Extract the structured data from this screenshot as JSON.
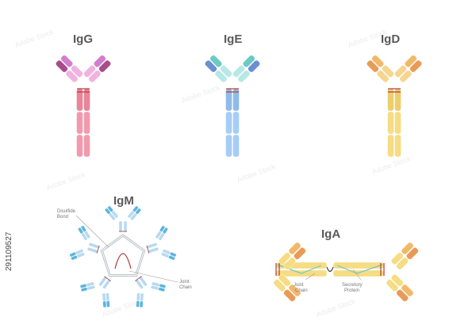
{
  "antibodies": {
    "igg": {
      "label": "IgG",
      "colors": {
        "stem": "#f19aae",
        "stemDark": "#e98499",
        "armLight": "#f0b3e0",
        "armMid": "#d07ecd",
        "tip": "#a94d8a"
      }
    },
    "ige": {
      "label": "IgE",
      "colors": {
        "stem": "#a6cdf4",
        "stemDark": "#8fbbe9",
        "armLight": "#b7e8e6",
        "armMid": "#6cc9c4",
        "tip": "#6b8fd0"
      }
    },
    "igd": {
      "label": "IgD",
      "colors": {
        "stem": "#f6dc82",
        "stemDark": "#ecce6d",
        "armLight": "#f7d590",
        "armMid": "#f2b86a",
        "tip": "#e89b57"
      }
    },
    "igm": {
      "label": "IgM",
      "colors": {
        "stem": "#b8d9f0",
        "tip": "#5cb5dc",
        "core": "#e2e6ea"
      }
    },
    "iga": {
      "label": "IgA",
      "colors": {
        "stem": "#f6dc82",
        "armMid": "#f2b86a",
        "tip": "#e89b57",
        "secretory": "#6cc9c4"
      }
    }
  },
  "annotations": {
    "disulfide_bond": "Disulfide\nBond",
    "igm_joint_chain": "Joint\nChain",
    "iga_joint_chain": "Joint\nChain",
    "secretory_protein": "Secretory\nProtein"
  },
  "bond_color": "#b23838",
  "stock_id": "291109527"
}
